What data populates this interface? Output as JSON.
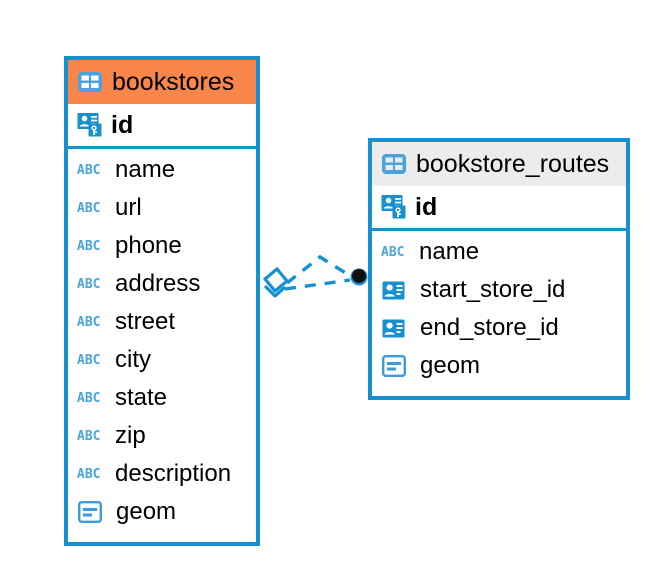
{
  "diagram": {
    "type": "entity-relationship-diagram",
    "background": "#ffffff",
    "accent_color": "#1690D0",
    "highlight_color": "#F8854A",
    "neutral_header_color": "#ECECEC",
    "icon_color": "#1690D0",
    "abc_icon_color": "#4BA3DC"
  },
  "tables": [
    {
      "name": "bookstores",
      "header_style": "accent",
      "table_icon": "table-icon",
      "primary_key": {
        "label": "id",
        "icon": "primary-key-icon"
      },
      "fields": [
        {
          "label": "name",
          "icon": "text-abc-icon",
          "icon_text": "ABC"
        },
        {
          "label": "url",
          "icon": "text-abc-icon",
          "icon_text": "ABC"
        },
        {
          "label": "phone",
          "icon": "text-abc-icon",
          "icon_text": "ABC"
        },
        {
          "label": "address",
          "icon": "text-abc-icon",
          "icon_text": "ABC"
        },
        {
          "label": "street",
          "icon": "text-abc-icon",
          "icon_text": "ABC"
        },
        {
          "label": "city",
          "icon": "text-abc-icon",
          "icon_text": "ABC"
        },
        {
          "label": "state",
          "icon": "text-abc-icon",
          "icon_text": "ABC"
        },
        {
          "label": "zip",
          "icon": "text-abc-icon",
          "icon_text": "ABC"
        },
        {
          "label": "description",
          "icon": "text-abc-icon",
          "icon_text": "ABC"
        },
        {
          "label": "geom",
          "icon": "geometry-icon",
          "icon_text": ""
        }
      ]
    },
    {
      "name": "bookstore_routes",
      "header_style": "neutral",
      "table_icon": "table-icon",
      "primary_key": {
        "label": "id",
        "icon": "primary-key-icon"
      },
      "fields": [
        {
          "label": "name",
          "icon": "text-abc-icon",
          "icon_text": "ABC"
        },
        {
          "label": "start_store_id",
          "icon": "foreign-key-icon",
          "icon_text": ""
        },
        {
          "label": "end_store_id",
          "icon": "foreign-key-icon",
          "icon_text": ""
        },
        {
          "label": "geom",
          "icon": "geometry-icon",
          "icon_text": ""
        }
      ]
    }
  ],
  "relationship": {
    "style": "dashed",
    "color": "#1690D0",
    "source_endpoint": "diamond-endpoint",
    "target_endpoint": "filled-circle-endpoint",
    "branch_count": 2
  }
}
